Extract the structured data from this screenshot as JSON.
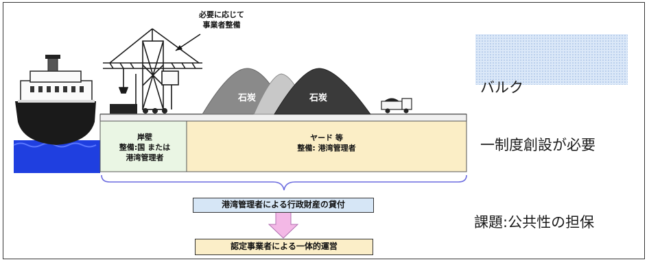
{
  "callout": {
    "line1": "必要に応じて",
    "line2": "事業者整備"
  },
  "bulk_box": {
    "line1": "バルク",
    "line2": "一制度創設が必要"
  },
  "issue": {
    "text": "課題:公共性の担保"
  },
  "piles": {
    "left": "石炭",
    "right": "石炭"
  },
  "quay": {
    "line1": "岸壁",
    "line2": "整備:国 または",
    "line3": "港湾管理者"
  },
  "yard": {
    "line1": "ヤード 等",
    "line2": "整備: 港湾管理者"
  },
  "flow": {
    "step1": "港湾管理者による行政財産の貸付",
    "step2": "認定事業者による一体的運営"
  },
  "colors": {
    "quay_fill": "#eaf6e4",
    "yard_fill": "#fbeec6",
    "sea": "#1f3fe0",
    "pile_grey": "#8a8a8a",
    "pile_dark": "#3a3a3a",
    "arrow": "#f3b8e6"
  }
}
